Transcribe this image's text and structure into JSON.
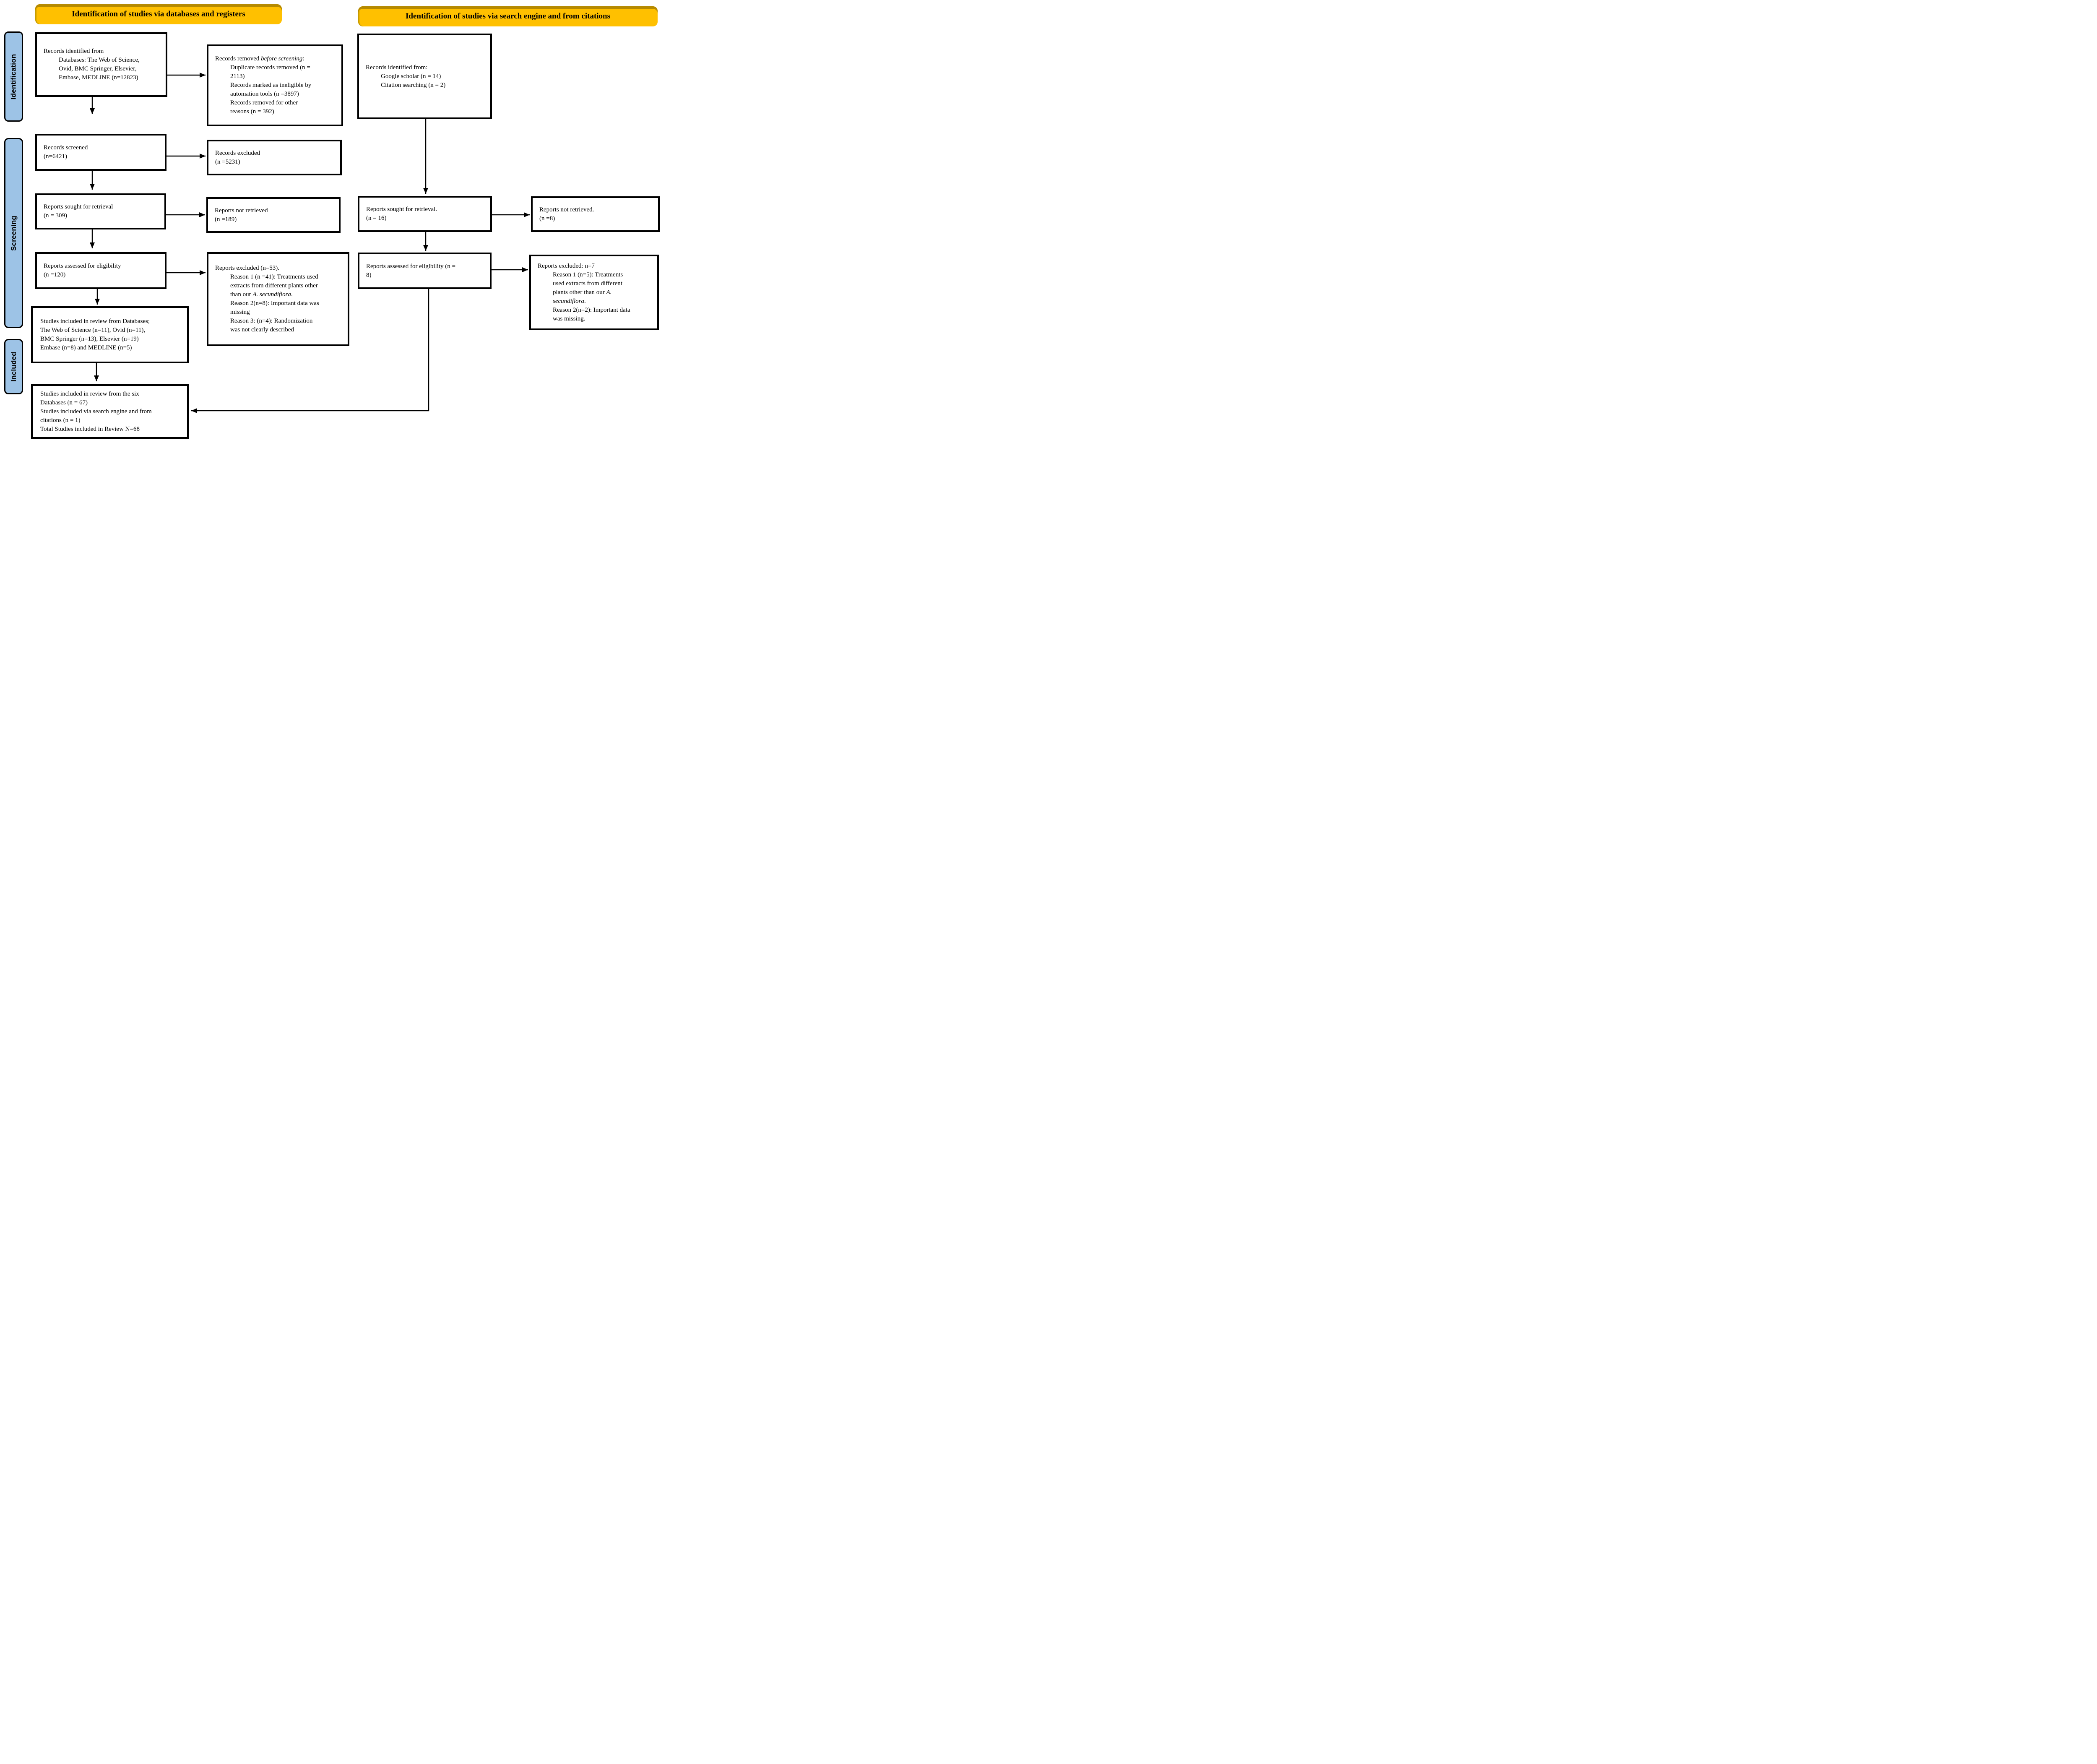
{
  "colors": {
    "banner_bg": "#FFC000",
    "banner_edge": "#B68A00",
    "banner_edge2": "#C79C00",
    "sidebar_bg": "#9DC3E6",
    "line_color": "#000000"
  },
  "banners": {
    "left": "Identification of studies via databases and registers",
    "right": "Identification of studies via search engine and from citations"
  },
  "sidebar": {
    "identification": "Identification",
    "screening": "Screening",
    "included": "Included"
  },
  "boxes": {
    "db_identified": {
      "lines": [
        {
          "indent": false,
          "parts": [
            {
              "t": "Records identified from"
            }
          ]
        },
        {
          "indent": true,
          "parts": [
            {
              "t": "Databases: The Web of Science,"
            }
          ]
        },
        {
          "indent": true,
          "parts": [
            {
              "t": "Ovid, BMC Springer, Elsevier,"
            }
          ]
        },
        {
          "indent": true,
          "parts": [
            {
              "t": "Embase, MEDLINE (n=12823)"
            }
          ]
        }
      ]
    },
    "records_removed": {
      "lines": [
        {
          "indent": false,
          "parts": [
            {
              "t": "Records removed "
            },
            {
              "t": "before screening",
              "i": true
            },
            {
              "t": ":"
            }
          ]
        },
        {
          "indent": true,
          "parts": [
            {
              "t": "Duplicate records removed (n ="
            }
          ]
        },
        {
          "indent": true,
          "parts": [
            {
              "t": "2113)"
            }
          ]
        },
        {
          "indent": true,
          "parts": [
            {
              "t": "Records marked as ineligible by"
            }
          ]
        },
        {
          "indent": true,
          "parts": [
            {
              "t": "automation tools (n =3897)"
            }
          ]
        },
        {
          "indent": true,
          "parts": [
            {
              "t": "Records removed for other"
            }
          ]
        },
        {
          "indent": true,
          "parts": [
            {
              "t": "reasons (n = 392)"
            }
          ]
        }
      ]
    },
    "search_identified": {
      "lines": [
        {
          "indent": false,
          "parts": [
            {
              "t": "Records identified from:"
            }
          ]
        },
        {
          "indent": true,
          "parts": [
            {
              "t": "Google scholar (n = 14)"
            }
          ]
        },
        {
          "indent": true,
          "parts": [
            {
              "t": "Citation searching (n = 2)"
            }
          ]
        }
      ]
    },
    "records_screened": {
      "lines": [
        {
          "indent": false,
          "parts": [
            {
              "t": "Records screened"
            }
          ]
        },
        {
          "indent": false,
          "parts": [
            {
              "t": "(n=6421)"
            }
          ]
        }
      ]
    },
    "records_excluded": {
      "lines": [
        {
          "indent": false,
          "parts": [
            {
              "t": "Records excluded"
            }
          ]
        },
        {
          "indent": false,
          "parts": [
            {
              "t": "(n =5231)"
            }
          ]
        }
      ]
    },
    "reports_sought": {
      "lines": [
        {
          "indent": false,
          "parts": [
            {
              "t": "Reports sought for retrieval"
            }
          ]
        },
        {
          "indent": false,
          "parts": [
            {
              "t": "(n = 309)"
            }
          ]
        }
      ]
    },
    "reports_not_retrieved": {
      "lines": [
        {
          "indent": false,
          "parts": [
            {
              "t": "Reports not retrieved"
            }
          ]
        },
        {
          "indent": false,
          "parts": [
            {
              "t": "(n =189)"
            }
          ]
        }
      ]
    },
    "search_reports_sought": {
      "lines": [
        {
          "indent": false,
          "parts": [
            {
              "t": "Reports sought for retrieval."
            }
          ]
        },
        {
          "indent": false,
          "parts": [
            {
              "t": "(n = 16)"
            }
          ]
        }
      ]
    },
    "search_reports_not_retrieved": {
      "lines": [
        {
          "indent": false,
          "parts": [
            {
              "t": "Reports not retrieved."
            }
          ]
        },
        {
          "indent": false,
          "parts": [
            {
              "t": "(n =8)"
            }
          ]
        }
      ]
    },
    "reports_assessed": {
      "lines": [
        {
          "indent": false,
          "parts": [
            {
              "t": "Reports assessed for eligibility"
            }
          ]
        },
        {
          "indent": false,
          "parts": [
            {
              "t": "(n =120)"
            }
          ]
        }
      ]
    },
    "reports_excluded_reasons": {
      "lines": [
        {
          "indent": false,
          "parts": [
            {
              "t": "Reports excluded (n=53)."
            }
          ]
        },
        {
          "indent": true,
          "parts": [
            {
              "t": "Reason 1 (n =41): Treatments used"
            }
          ]
        },
        {
          "indent": true,
          "parts": [
            {
              "t": "extracts from different plants other"
            }
          ]
        },
        {
          "indent": true,
          "parts": [
            {
              "t": "than our "
            },
            {
              "t": "A. secundiflora",
              "i": true
            },
            {
              "t": "."
            }
          ]
        },
        {
          "indent": true,
          "parts": [
            {
              "t": "Reason 2(n=8): Important data was"
            }
          ]
        },
        {
          "indent": true,
          "parts": [
            {
              "t": "missing"
            }
          ]
        },
        {
          "indent": true,
          "parts": [
            {
              "t": "Reason 3: (n=4): Randomization"
            }
          ]
        },
        {
          "indent": true,
          "parts": [
            {
              "t": "was not clearly described"
            }
          ]
        }
      ]
    },
    "search_reports_assessed": {
      "lines": [
        {
          "indent": false,
          "parts": [
            {
              "t": "Reports assessed for eligibility (n ="
            }
          ]
        },
        {
          "indent": false,
          "parts": [
            {
              "t": "8)"
            }
          ]
        }
      ]
    },
    "search_reports_excluded": {
      "lines": [
        {
          "indent": false,
          "parts": [
            {
              "t": "Reports excluded: n=7"
            }
          ]
        },
        {
          "indent": true,
          "parts": [
            {
              "t": "Reason 1 (n=5): Treatments"
            }
          ]
        },
        {
          "indent": true,
          "parts": [
            {
              "t": "used extracts from different"
            }
          ]
        },
        {
          "indent": true,
          "parts": [
            {
              "t": "plants other than our "
            },
            {
              "t": "A.",
              "i": true
            }
          ]
        },
        {
          "indent": true,
          "parts": [
            {
              "t": "secundiflora",
              "i": true
            },
            {
              "t": "."
            }
          ]
        },
        {
          "indent": true,
          "parts": [
            {
              "t": "Reason 2(n=2): Important data"
            }
          ]
        },
        {
          "indent": true,
          "parts": [
            {
              "t": "was missing."
            }
          ]
        }
      ]
    },
    "included_from_databases": {
      "lines": [
        {
          "indent": false,
          "parts": [
            {
              "t": "Studies included in review from Databases;"
            }
          ]
        },
        {
          "indent": false,
          "parts": [
            {
              "t": "The Web of Science (n=11), Ovid (n=11),"
            }
          ]
        },
        {
          "indent": false,
          "parts": [
            {
              "t": "BMC Springer (n=13), Elsevier (n=19)"
            }
          ]
        },
        {
          "indent": false,
          "parts": [
            {
              "t": "Embase (n=8) and MEDLINE (n=5)"
            }
          ]
        }
      ]
    },
    "included_total": {
      "lines": [
        {
          "indent": false,
          "parts": [
            {
              "t": "Studies included in review from the six"
            }
          ]
        },
        {
          "indent": false,
          "parts": [
            {
              "t": "Databases (n = 67)"
            }
          ]
        },
        {
          "indent": false,
          "parts": [
            {
              "t": "Studies included via search engine and from"
            }
          ]
        },
        {
          "indent": false,
          "parts": [
            {
              "t": "citations (n = 1)"
            }
          ]
        },
        {
          "indent": false,
          "parts": [
            {
              "t": "Total Studies included in Review N=68"
            }
          ]
        }
      ]
    }
  }
}
